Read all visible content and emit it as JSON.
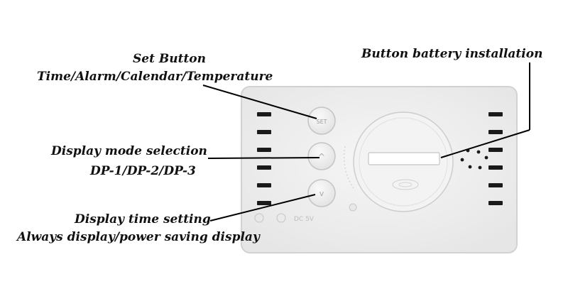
{
  "labels": {
    "set_button_title": "Set Button",
    "set_button_desc": "Time/Alarm/Calendar/Temperature",
    "battery": "Button battery installation",
    "mode_title": "Display mode selection",
    "mode_desc": "DP-1/DP-2/DP-3",
    "time_title": "Display time setting",
    "time_desc": "Always display/power saving display"
  },
  "device": {
    "set_button_glyph": "SET",
    "up_button_glyph": "^",
    "down_button_glyph": "v",
    "power_label": "DC 5V"
  },
  "colors": {
    "device_body": "#ececec",
    "device_edge": "#d2d2d2",
    "vent_slot": "#1a1a1a",
    "leader_line": "#000000",
    "text": "#111111"
  }
}
